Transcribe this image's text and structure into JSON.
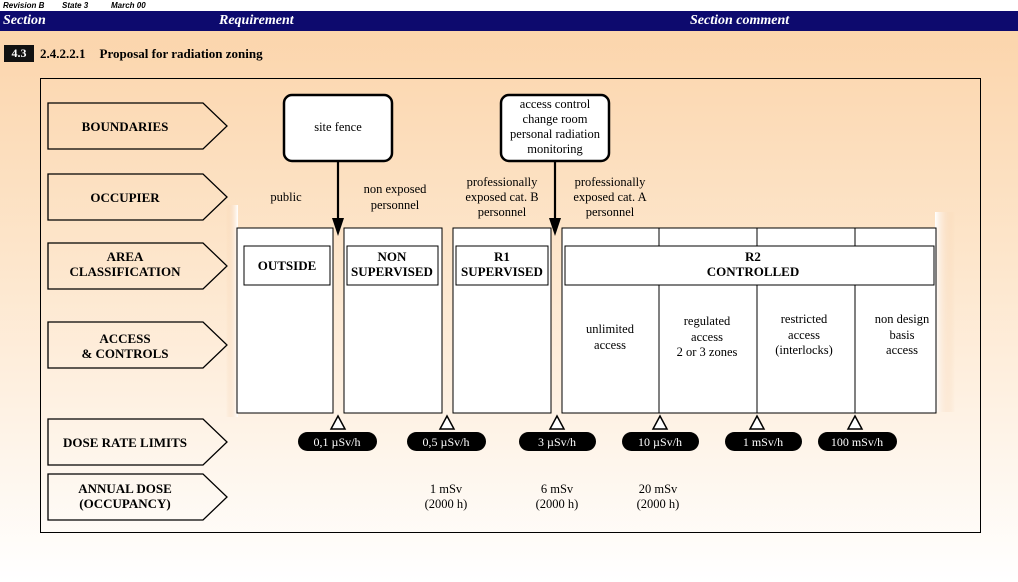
{
  "header": {
    "revision": "Revision B",
    "state": "State 3",
    "date": "March  00",
    "section_col": "Section",
    "requirement_col": "Requirement",
    "comment_col": "Section comment"
  },
  "section": {
    "number": "4.3",
    "code": "2.4.2.2.1",
    "title": "Proposal for radiation zoning"
  },
  "rows": {
    "boundaries": "BOUNDARIES",
    "occupier": "OCCUPIER",
    "area_1": "AREA",
    "area_2": "CLASSIFICATION",
    "access_1": "ACCESS",
    "access_2": "& CONTROLS",
    "dose_rate": "DOSE RATE LIMITS",
    "annual_1": "ANNUAL DOSE",
    "annual_2": "(OCCUPANCY)"
  },
  "boundaries": {
    "site_fence": "site fence",
    "access_box": [
      "access control",
      "change room",
      "personal radiation",
      "monitoring"
    ]
  },
  "occupiers": {
    "public": "public",
    "non_exposed": [
      "non exposed",
      "personnel"
    ],
    "cat_b": [
      "professionally",
      "exposed cat. B",
      "personnel"
    ],
    "cat_a": [
      "professionally",
      "exposed cat. A",
      "personnel"
    ]
  },
  "areas": {
    "outside": "OUTSIDE",
    "non_sup_1": "NON",
    "non_sup_2": "SUPERVISED",
    "r1_1": "R1",
    "r1_2": "SUPERVISED",
    "r2_1": "R2",
    "r2_2": "CONTROLLED"
  },
  "access": {
    "unlimited": [
      "unlimited",
      "access"
    ],
    "regulated": [
      "regulated",
      "access",
      "2 or 3 zones"
    ],
    "restricted": [
      "restricted",
      "access",
      "(interlocks)"
    ],
    "nondesign": [
      "non design",
      "basis",
      "access"
    ]
  },
  "dose_rates": [
    "0,1 µSv/h",
    "0,5 µSv/h",
    "3 µSv/h",
    "10 µSv/h",
    "1 mSv/h",
    "100 mSv/h"
  ],
  "annual_doses": [
    {
      "dose": "1 mSv",
      "occ": "(2000 h)"
    },
    {
      "dose": "6 mSv",
      "occ": "(2000 h)"
    },
    {
      "dose": "20 mSv",
      "occ": "(2000 h)"
    }
  ]
}
